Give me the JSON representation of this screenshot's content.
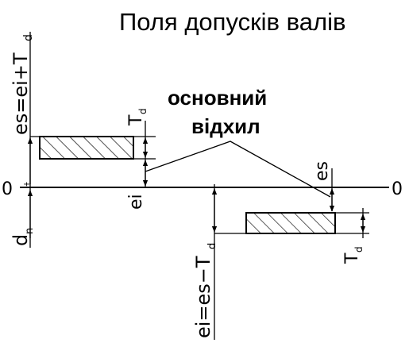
{
  "title": "Поля допусків валів",
  "annotation": {
    "line1": "основний",
    "line2": "відхил"
  },
  "zero_line": {
    "left_label": "0",
    "right_label": "0",
    "plus_minus": "±"
  },
  "labels": {
    "es_upper_left": "es=ei+T",
    "td": "T",
    "td_sub": "d",
    "ei": "ei",
    "dn": "d",
    "dn_sub": "n",
    "es": "es",
    "ei_lower": "ei=es−T"
  }
}
